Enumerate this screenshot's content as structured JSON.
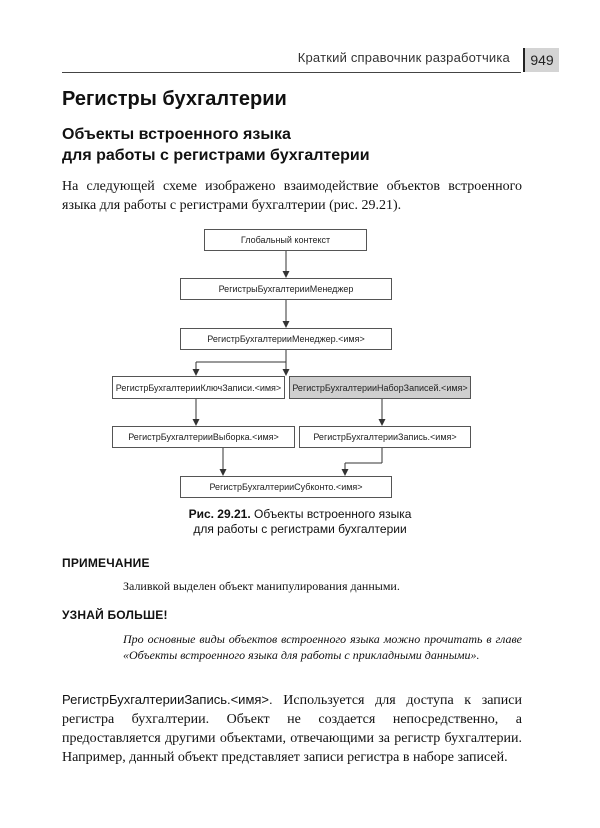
{
  "header": {
    "running_title": "Краткий справочник разработчика",
    "page_number": "949"
  },
  "section_title": "Регистры бухгалтерии",
  "subsection_title": {
    "line1": "Объекты встроенного языка",
    "line2": "для работы с регистрами бухгалтерии"
  },
  "intro_text": "На следующей схеме изображено взаимодействие объектов встроенного языка для работы с регистрами бухгалтерии (рис. 29.21).",
  "diagram": {
    "nodes": {
      "global_context": "Глобальный контекст",
      "registers_manager": "РегистрыБухгалтерииМенеджер",
      "register_manager": "РегистрБухгалтерииМенеджер.<имя>",
      "record_key": "РегистрБухгалтерииКлючЗаписи.<имя>",
      "record_set": "РегистрБухгалтерииНаборЗаписей.<имя>",
      "selection": "РегистрБухгалтерииВыборка.<имя>",
      "record": "РегистрБухгалтерииЗапись.<имя>",
      "subconto": "РегистрБухгалтерииСубконто.<имя>"
    },
    "highlight_color": "#cfcfcf"
  },
  "caption": {
    "label": "Рис. 29.21.",
    "line1_rest": " Объекты встроенного языка",
    "line2": "для работы с регистрами бухгалтерии"
  },
  "note": {
    "heading": "ПРИМЕЧАНИЕ",
    "text": "Заливкой выделен объект манипулирования данными."
  },
  "learn_more": {
    "heading": "УЗНАЙ БОЛЬШЕ!",
    "text": "Про основные виды объектов встроенного языка можно прочитать в главе «Объекты встроенного языка для работы с прикладными данными»."
  },
  "definition": {
    "term": "РегистрБухгалтерииЗапись.<имя>.",
    "text": " Используется для доступа к записи регистра бухгалтерии. Объект не создается непосредственно, а предоставляется другими объектами, отвечающими за регистр бухгалтерии. Например, данный объект представляет записи регистра в наборе записей."
  }
}
